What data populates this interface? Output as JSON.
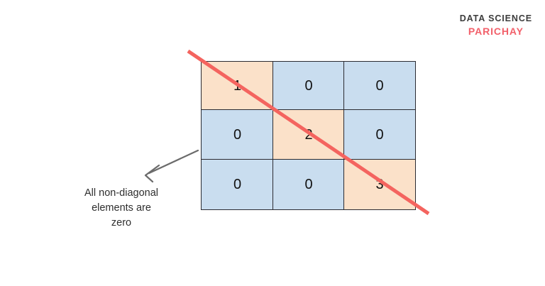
{
  "brand": {
    "line1": "DATA SCIENCE",
    "line2": "PARICHAY",
    "line1_color": "#3c3c3c",
    "line2_color": "#f2606a"
  },
  "matrix": {
    "rows": 3,
    "cols": 3,
    "cells": [
      {
        "value": "1",
        "kind": "diagonal",
        "row": 1,
        "col": 1
      },
      {
        "value": "0",
        "kind": "off-diagonal",
        "row": 1,
        "col": 2
      },
      {
        "value": "0",
        "kind": "off-diagonal",
        "row": 1,
        "col": 3
      },
      {
        "value": "0",
        "kind": "off-diagonal",
        "row": 2,
        "col": 1
      },
      {
        "value": "2",
        "kind": "diagonal",
        "row": 2,
        "col": 2
      },
      {
        "value": "0",
        "kind": "off-diagonal",
        "row": 2,
        "col": 3
      },
      {
        "value": "0",
        "kind": "off-diagonal",
        "row": 3,
        "col": 1
      },
      {
        "value": "0",
        "kind": "off-diagonal",
        "row": 3,
        "col": 2
      },
      {
        "value": "3",
        "kind": "diagonal",
        "row": 3,
        "col": 3
      }
    ],
    "diagonal_fill": "#fbe1c9",
    "offdiagonal_fill": "#c9ddef",
    "border_color": "#2b2b32",
    "text_color": "#111111"
  },
  "diagonal_highlight": {
    "color": "#f4645f",
    "width": 5
  },
  "annotation": {
    "arrow_color": "#6b6b6b",
    "caption_lines": [
      "All non-diagonal",
      "elements are",
      "zero"
    ],
    "caption_color": "#2e2e2e"
  }
}
